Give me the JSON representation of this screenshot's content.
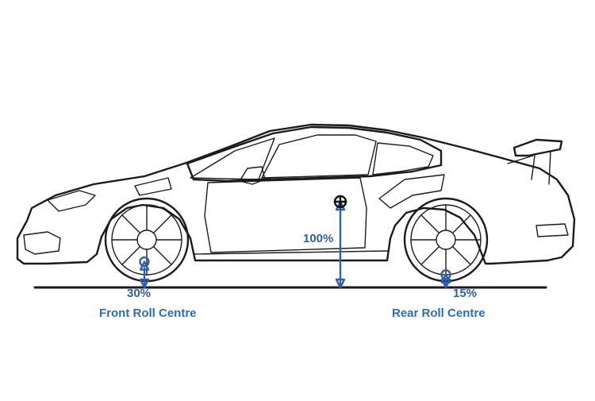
{
  "colors": {
    "annotation": "#2f5fa8",
    "label_text": "#2e6db3",
    "line_art": "#1b1b1b",
    "background": "#ffffff"
  },
  "labels": {
    "front_pct": "30%",
    "front_title": "Front Roll Centre",
    "cog_pct": "100%",
    "rear_pct": "15%",
    "rear_title": "Rear Roll Centre"
  },
  "roll_centre_heights": {
    "front_pct": 30,
    "cog_pct": 100,
    "rear_pct": 15
  },
  "icons": {
    "cog_marker": "centre-of-gravity-icon"
  }
}
